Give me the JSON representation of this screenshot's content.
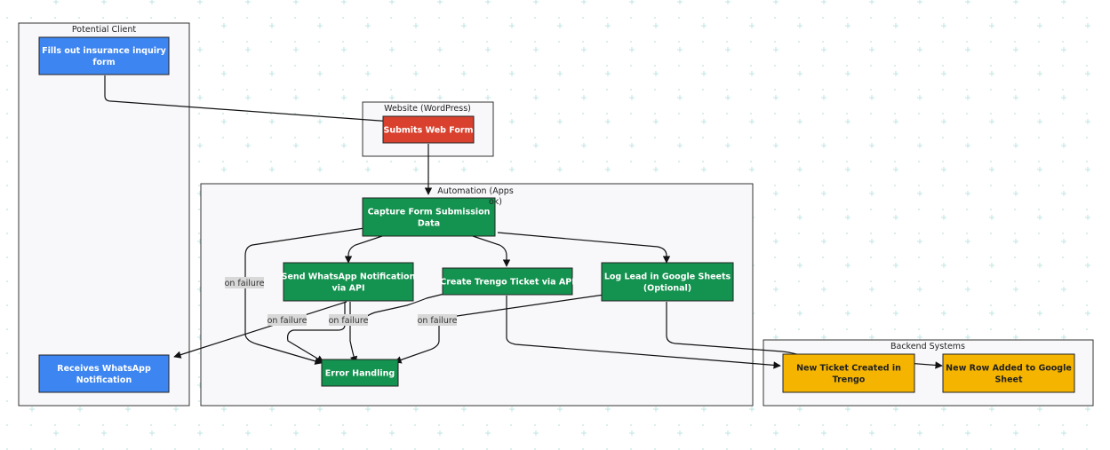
{
  "groups": {
    "client": {
      "label": "Potential Client"
    },
    "website": {
      "label": "Website (WordPress)"
    },
    "automation": {
      "label_line1": "Automation (Apps",
      "label_line2": "ok)"
    },
    "backend": {
      "label": "Backend Systems"
    }
  },
  "nodes": {
    "fill_form": {
      "lines": [
        "Fills out insurance inquiry",
        "form"
      ],
      "color": "#3d85f0"
    },
    "submit_form": {
      "lines": [
        "Submits Web Form"
      ],
      "color": "#d9412e"
    },
    "capture": {
      "lines": [
        "Capture Form Submission",
        "Data"
      ],
      "color": "#14924f"
    },
    "whatsapp": {
      "lines": [
        "Send WhatsApp Notification",
        "via API"
      ],
      "color": "#14924f"
    },
    "trengo": {
      "lines": [
        "Create Trengo Ticket via API"
      ],
      "color": "#14924f"
    },
    "sheets": {
      "lines": [
        "Log Lead in Google Sheets",
        "(Optional)"
      ],
      "color": "#14924f"
    },
    "error": {
      "lines": [
        "Error Handling"
      ],
      "color": "#14924f"
    },
    "receives": {
      "lines": [
        "Receives WhatsApp",
        "Notification"
      ],
      "color": "#3d85f0"
    },
    "new_ticket": {
      "lines": [
        "New Ticket Created in",
        "Trengo"
      ],
      "color": "#f4b400"
    },
    "new_row": {
      "lines": [
        "New Row Added to Google",
        "Sheet"
      ],
      "color": "#f4b400"
    }
  },
  "edge_labels": {
    "fail_capture": "on failure",
    "fail_whatsapp_left": "on failure",
    "fail_whatsapp": "on failure",
    "fail_sheets": "on failure"
  }
}
